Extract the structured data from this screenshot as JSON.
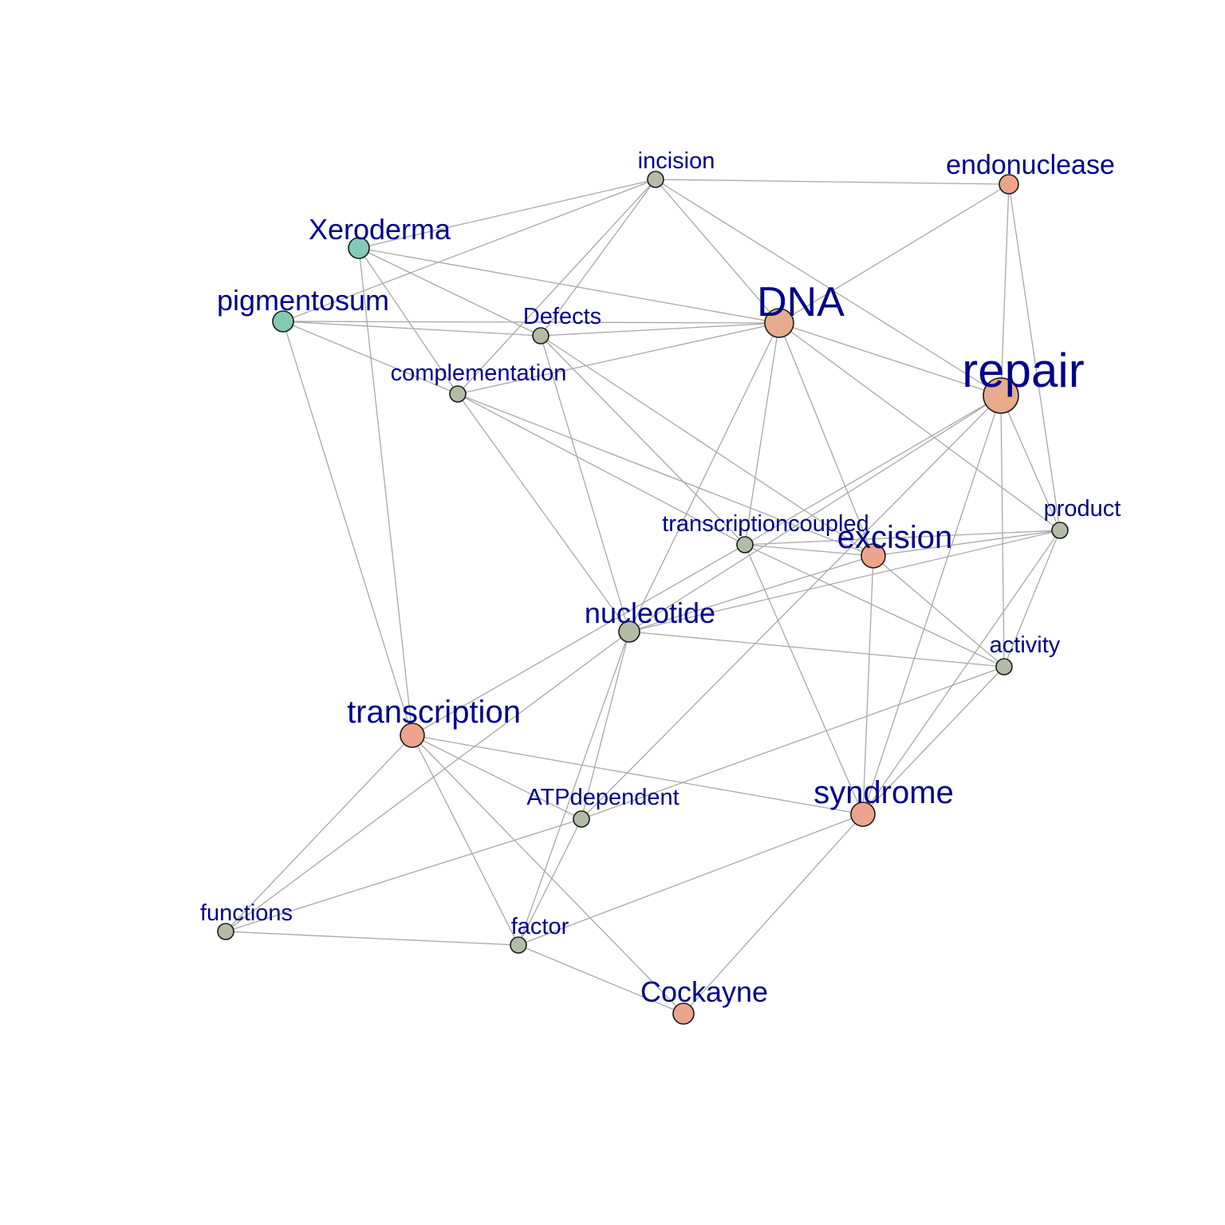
{
  "colors": {
    "edge": "#a8a8a8",
    "label": "#00008b",
    "group_teal": "#84c9b4",
    "group_grey": "#b3bca4",
    "group_salmon": "#eda48c",
    "group_tan": "#e6ac8c"
  },
  "nodes": [
    {
      "id": "incision",
      "label": "incision",
      "color": "#b3bca4",
      "importance": 1
    },
    {
      "id": "endonuclease",
      "label": "endonuclease",
      "color": "#eda48c",
      "importance": 2
    },
    {
      "id": "Xeroderma",
      "label": "Xeroderma",
      "color": "#84c9b4",
      "importance": 3
    },
    {
      "id": "pigmentosum",
      "label": "pigmentosum",
      "color": "#84c9b4",
      "importance": 3
    },
    {
      "id": "Defects",
      "label": "Defects",
      "color": "#b3bca4",
      "importance": 1
    },
    {
      "id": "DNA",
      "label": "DNA",
      "color": "#e6ac8c",
      "importance": 5
    },
    {
      "id": "complementation",
      "label": "complementation",
      "color": "#b3bca4",
      "importance": 1
    },
    {
      "id": "repair",
      "label": "repair",
      "color": "#e6ac8c",
      "importance": 6
    },
    {
      "id": "product",
      "label": "product",
      "color": "#b3bca4",
      "importance": 1
    },
    {
      "id": "transcriptioncoupled",
      "label": "transcriptioncoupled",
      "color": "#b3bca4",
      "importance": 1
    },
    {
      "id": "excision",
      "label": "excision",
      "color": "#eda48c",
      "importance": 4
    },
    {
      "id": "nucleotide",
      "label": "nucleotide",
      "color": "#b3bca4",
      "importance": 3
    },
    {
      "id": "activity",
      "label": "activity",
      "color": "#b3bca4",
      "importance": 1
    },
    {
      "id": "transcription",
      "label": "transcription",
      "color": "#eda48c",
      "importance": 4
    },
    {
      "id": "syndrome",
      "label": "syndrome",
      "color": "#eda48c",
      "importance": 4
    },
    {
      "id": "ATPdependent",
      "label": "ATPdependent",
      "color": "#b3bca4",
      "importance": 1
    },
    {
      "id": "functions",
      "label": "functions",
      "color": "#b3bca4",
      "importance": 1
    },
    {
      "id": "factor",
      "label": "factor",
      "color": "#b3bca4",
      "importance": 1
    },
    {
      "id": "Cockayne",
      "label": "Cockayne",
      "color": "#eda48c",
      "importance": 3
    }
  ],
  "edges": [
    [
      "incision",
      "endonuclease"
    ],
    [
      "incision",
      "Xeroderma"
    ],
    [
      "incision",
      "pigmentosum"
    ],
    [
      "incision",
      "Defects"
    ],
    [
      "incision",
      "complementation"
    ],
    [
      "incision",
      "DNA"
    ],
    [
      "incision",
      "repair"
    ],
    [
      "endonuclease",
      "DNA"
    ],
    [
      "endonuclease",
      "repair"
    ],
    [
      "endonuclease",
      "product"
    ],
    [
      "Xeroderma",
      "Defects"
    ],
    [
      "Xeroderma",
      "complementation"
    ],
    [
      "Xeroderma",
      "DNA"
    ],
    [
      "Xeroderma",
      "transcription"
    ],
    [
      "pigmentosum",
      "Defects"
    ],
    [
      "pigmentosum",
      "complementation"
    ],
    [
      "pigmentosum",
      "DNA"
    ],
    [
      "pigmentosum",
      "transcription"
    ],
    [
      "Defects",
      "DNA"
    ],
    [
      "Defects",
      "nucleotide"
    ],
    [
      "Defects",
      "transcriptioncoupled"
    ],
    [
      "Defects",
      "excision"
    ],
    [
      "complementation",
      "DNA"
    ],
    [
      "complementation",
      "nucleotide"
    ],
    [
      "complementation",
      "transcriptioncoupled"
    ],
    [
      "complementation",
      "excision"
    ],
    [
      "DNA",
      "repair"
    ],
    [
      "DNA",
      "nucleotide"
    ],
    [
      "DNA",
      "transcriptioncoupled"
    ],
    [
      "DNA",
      "excision"
    ],
    [
      "DNA",
      "product"
    ],
    [
      "repair",
      "product"
    ],
    [
      "repair",
      "activity"
    ],
    [
      "repair",
      "transcriptioncoupled"
    ],
    [
      "repair",
      "nucleotide"
    ],
    [
      "repair",
      "syndrome"
    ],
    [
      "repair",
      "ATPdependent"
    ],
    [
      "product",
      "transcriptioncoupled"
    ],
    [
      "product",
      "excision"
    ],
    [
      "product",
      "nucleotide"
    ],
    [
      "product",
      "syndrome"
    ],
    [
      "product",
      "activity"
    ],
    [
      "transcriptioncoupled",
      "excision"
    ],
    [
      "transcriptioncoupled",
      "activity"
    ],
    [
      "transcriptioncoupled",
      "syndrome"
    ],
    [
      "transcriptioncoupled",
      "transcription"
    ],
    [
      "excision",
      "nucleotide"
    ],
    [
      "excision",
      "activity"
    ],
    [
      "excision",
      "syndrome"
    ],
    [
      "nucleotide",
      "activity"
    ],
    [
      "nucleotide",
      "ATPdependent"
    ],
    [
      "nucleotide",
      "factor"
    ],
    [
      "nucleotide",
      "functions"
    ],
    [
      "activity",
      "ATPdependent"
    ],
    [
      "activity",
      "syndrome"
    ],
    [
      "transcription",
      "ATPdependent"
    ],
    [
      "transcription",
      "syndrome"
    ],
    [
      "transcription",
      "functions"
    ],
    [
      "transcription",
      "factor"
    ],
    [
      "transcription",
      "Cockayne"
    ],
    [
      "syndrome",
      "factor"
    ],
    [
      "syndrome",
      "Cockayne"
    ],
    [
      "ATPdependent",
      "functions"
    ],
    [
      "ATPdependent",
      "factor"
    ],
    [
      "functions",
      "factor"
    ],
    [
      "factor",
      "Cockayne"
    ]
  ]
}
